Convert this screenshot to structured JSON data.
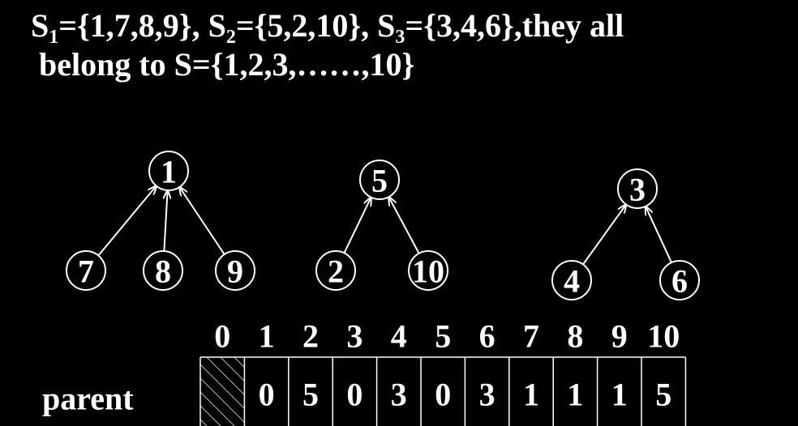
{
  "title": {
    "s1_var": "S",
    "s1_sub": "1",
    "s1_set": "={1,7,8,9}, ",
    "s2_var": "S",
    "s2_sub": "2",
    "s2_set": "={5,2,10}, ",
    "s3_var": "S",
    "s3_sub": "3",
    "s3_set": "={3,4,6},they all",
    "line2": "belong to S={1,2,3,……,10}"
  },
  "trees": [
    {
      "root": "1",
      "children": [
        "7",
        "8",
        "9"
      ]
    },
    {
      "root": "5",
      "children": [
        "2",
        "10"
      ]
    },
    {
      "root": "3",
      "children": [
        "4",
        "6"
      ]
    }
  ],
  "table": {
    "row_label": "parent",
    "indices": [
      "0",
      "1",
      "2",
      "3",
      "4",
      "5",
      "6",
      "7",
      "8",
      "9",
      "10"
    ],
    "parent_values": [
      "",
      "0",
      "5",
      "0",
      "3",
      "0",
      "3",
      "1",
      "1",
      "1",
      "5"
    ]
  }
}
